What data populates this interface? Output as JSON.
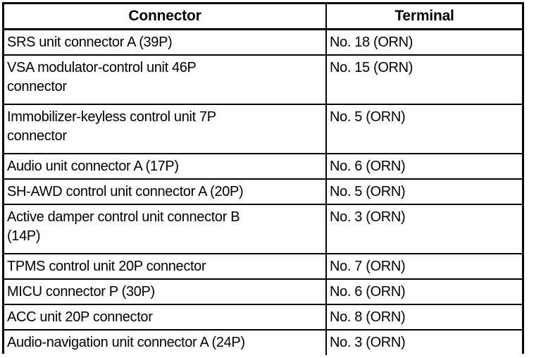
{
  "document": {
    "type": "service-manual-table",
    "background_color": "#ffffff",
    "text_color": "#000000",
    "border_color": "#000000"
  },
  "table": {
    "name": "connector-terminal-table",
    "columns": [
      {
        "key": "connector",
        "label": "Connector",
        "align": "left",
        "header_align": "center"
      },
      {
        "key": "terminal",
        "label": "Terminal",
        "align": "left",
        "header_align": "center"
      }
    ],
    "rows": [
      {
        "connector": "SRS unit connector A (39P)",
        "terminal": "No. 18 (ORN)",
        "lines": 1
      },
      {
        "connector": "VSA modulator-control unit 46P\nconnector",
        "terminal": "No. 15 (ORN)",
        "lines": 2
      },
      {
        "connector": "Immobilizer-keyless control unit 7P\nconnector",
        "terminal": "No. 5 (ORN)",
        "lines": 2
      },
      {
        "connector": "Audio unit connector A (17P)",
        "terminal": "No. 6 (ORN)",
        "lines": 1
      },
      {
        "connector": "SH-AWD control unit connector A (20P)",
        "terminal": "No. 5 (ORN)",
        "lines": 1
      },
      {
        "connector": "Active damper control unit connector B\n(14P)",
        "terminal": "No. 3 (ORN)",
        "lines": 2
      },
      {
        "connector": "TPMS control unit 20P connector",
        "terminal": "No. 7 (ORN)",
        "lines": 1
      },
      {
        "connector": "MICU connector P (30P)",
        "terminal": "No. 6 (ORN)",
        "lines": 1
      },
      {
        "connector": "ACC unit 20P connector",
        "terminal": "No. 8 (ORN)",
        "lines": 1
      },
      {
        "connector": "Audio-navigation unit connector A (24P)",
        "terminal": "No. 3 (ORN)",
        "lines": 1
      }
    ]
  }
}
